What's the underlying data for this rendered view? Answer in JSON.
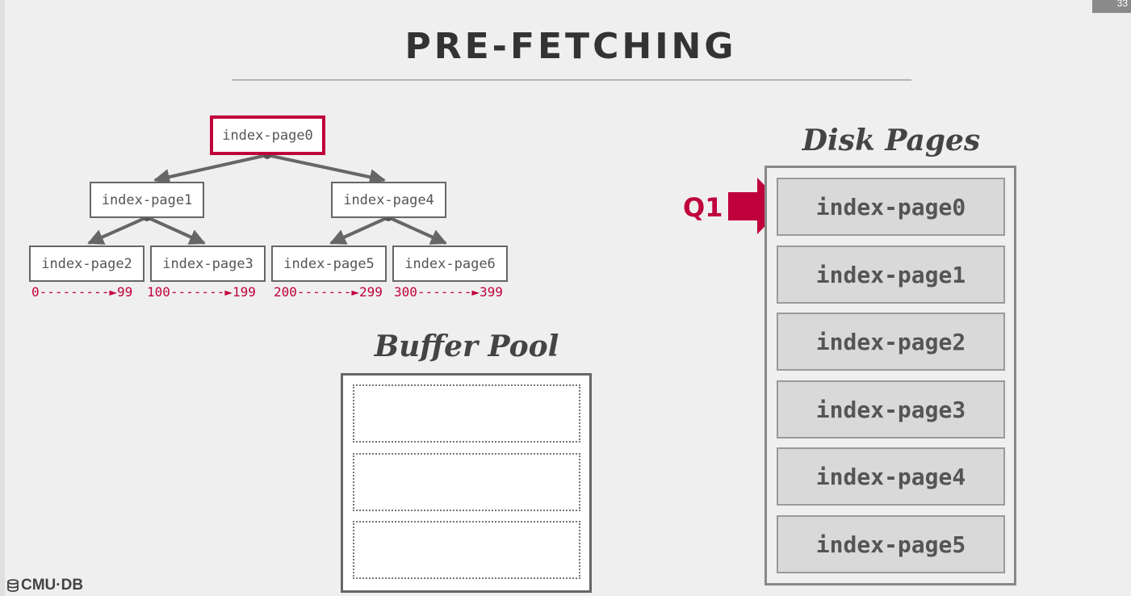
{
  "slide": {
    "title": "PRE-FETCHING",
    "number": "33"
  },
  "tree": {
    "nodes": [
      {
        "id": "index-page0",
        "label": "index-page0",
        "highlight": true
      },
      {
        "id": "index-page1",
        "label": "index-page1"
      },
      {
        "id": "index-page4",
        "label": "index-page4"
      },
      {
        "id": "index-page2",
        "label": "index-page2"
      },
      {
        "id": "index-page3",
        "label": "index-page3"
      },
      {
        "id": "index-page5",
        "label": "index-page5"
      },
      {
        "id": "index-page6",
        "label": "index-page6"
      }
    ],
    "ranges": [
      "0---------►99",
      "100-------►199",
      "200-------►299",
      "300-------►399"
    ]
  },
  "buffer_pool": {
    "title": "Buffer Pool",
    "frames": 3
  },
  "disk": {
    "title": "Disk Pages",
    "pages": [
      "index-page0",
      "index-page1",
      "index-page2",
      "index-page3",
      "index-page4",
      "index-page5"
    ]
  },
  "query": {
    "label": "Q1",
    "points_to": "index-page0"
  },
  "logo": {
    "text": "CMU·DB"
  },
  "colors": {
    "accent": "#c0003c",
    "text": "#333333",
    "node_border": "#666666"
  }
}
